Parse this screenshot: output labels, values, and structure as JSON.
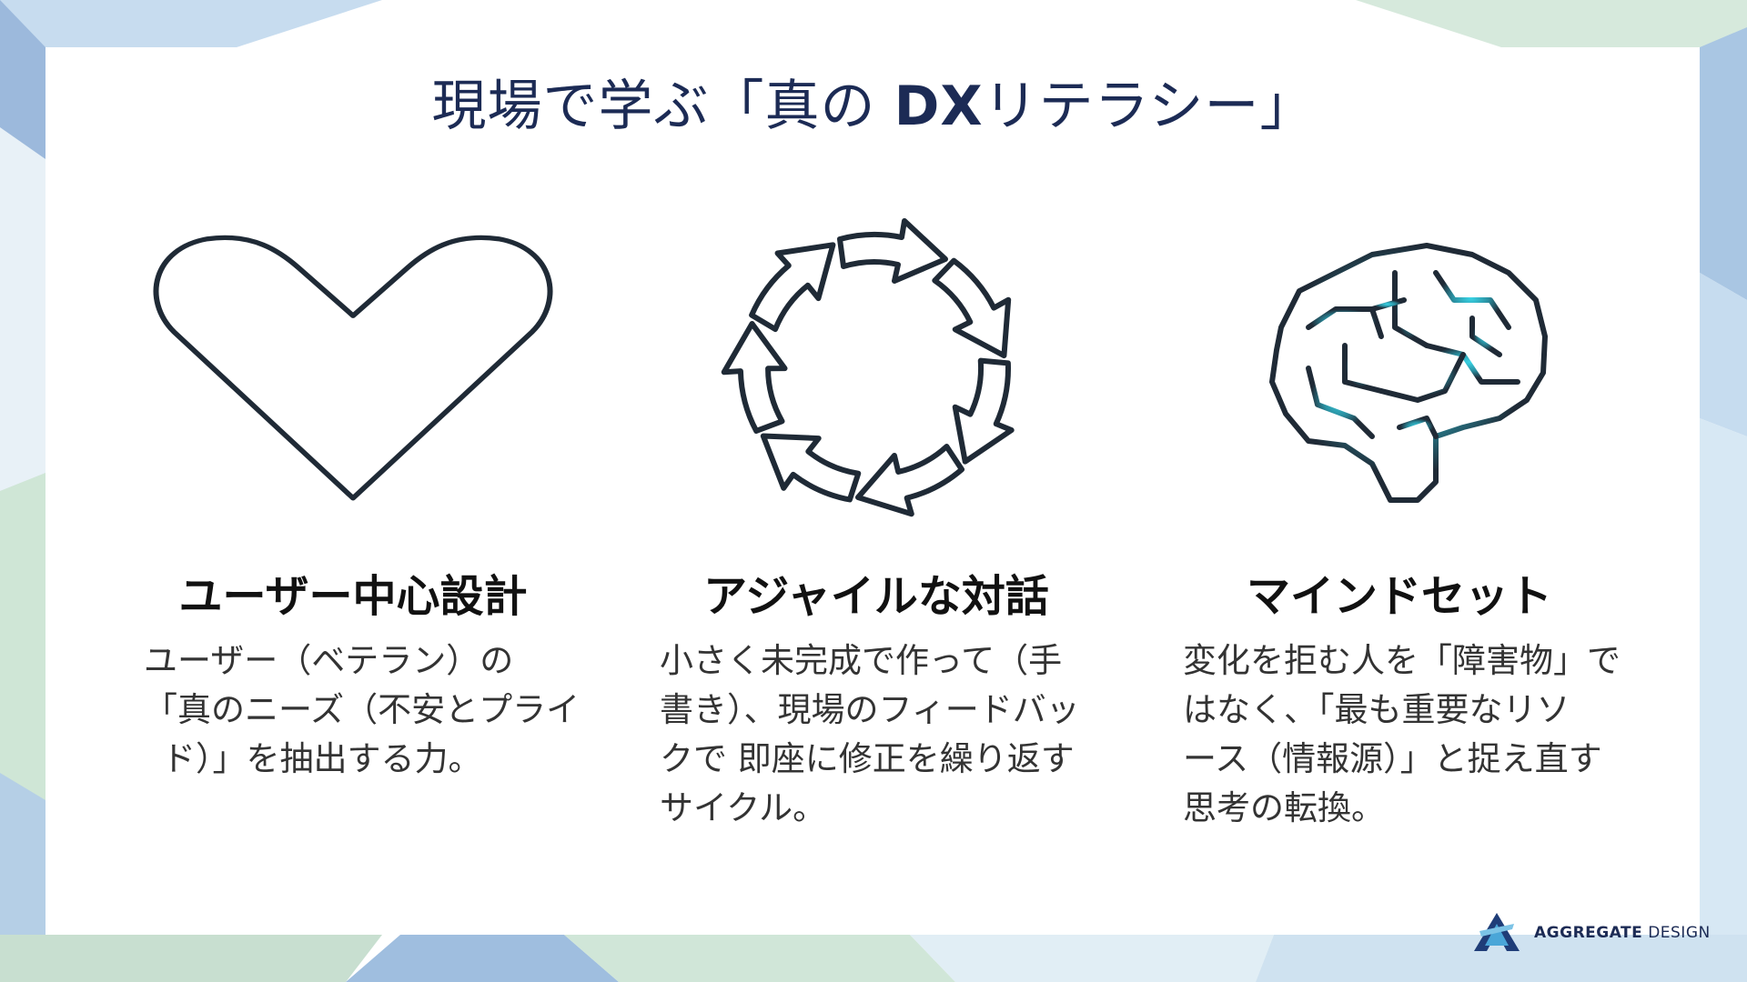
{
  "slide": {
    "title_prefix": "現場で学ぶ「真の ",
    "title_bold": "DX",
    "title_suffix": "リテラシー」"
  },
  "columns": [
    {
      "icon": "heart-icon",
      "heading": "ユーザー中心設計",
      "body_lines": [
        "ユーザー（ベテラン）の",
        "「真のニーズ（不安とプライ",
        "ド）」を抽出する力。"
      ]
    },
    {
      "icon": "cycle-arrows-icon",
      "heading": "アジャイルな対話",
      "body_lines": [
        "小さく未完成で作って（手",
        "書き）、現場のフィードバッ",
        "クで 即座に修正を繰り返す",
        "サイクル。"
      ]
    },
    {
      "icon": "brain-icon",
      "heading": "マインドセット",
      "body_lines": [
        "変化を拒む人を「障害物」で",
        "はなく、「最も重要なリソ",
        "ース（情報源）」と捉え直す",
        "思考の転換。"
      ]
    }
  ],
  "logo": {
    "brand_bold": "AGGREGATE",
    "brand_light": "DESIGN"
  },
  "colors": {
    "title": "#1c2b55",
    "icon_stroke": "#1f2a36",
    "brain_accent": "#3ad6e8",
    "bg_blue": "#9fc0e2",
    "bg_green": "#cfe6d6"
  }
}
